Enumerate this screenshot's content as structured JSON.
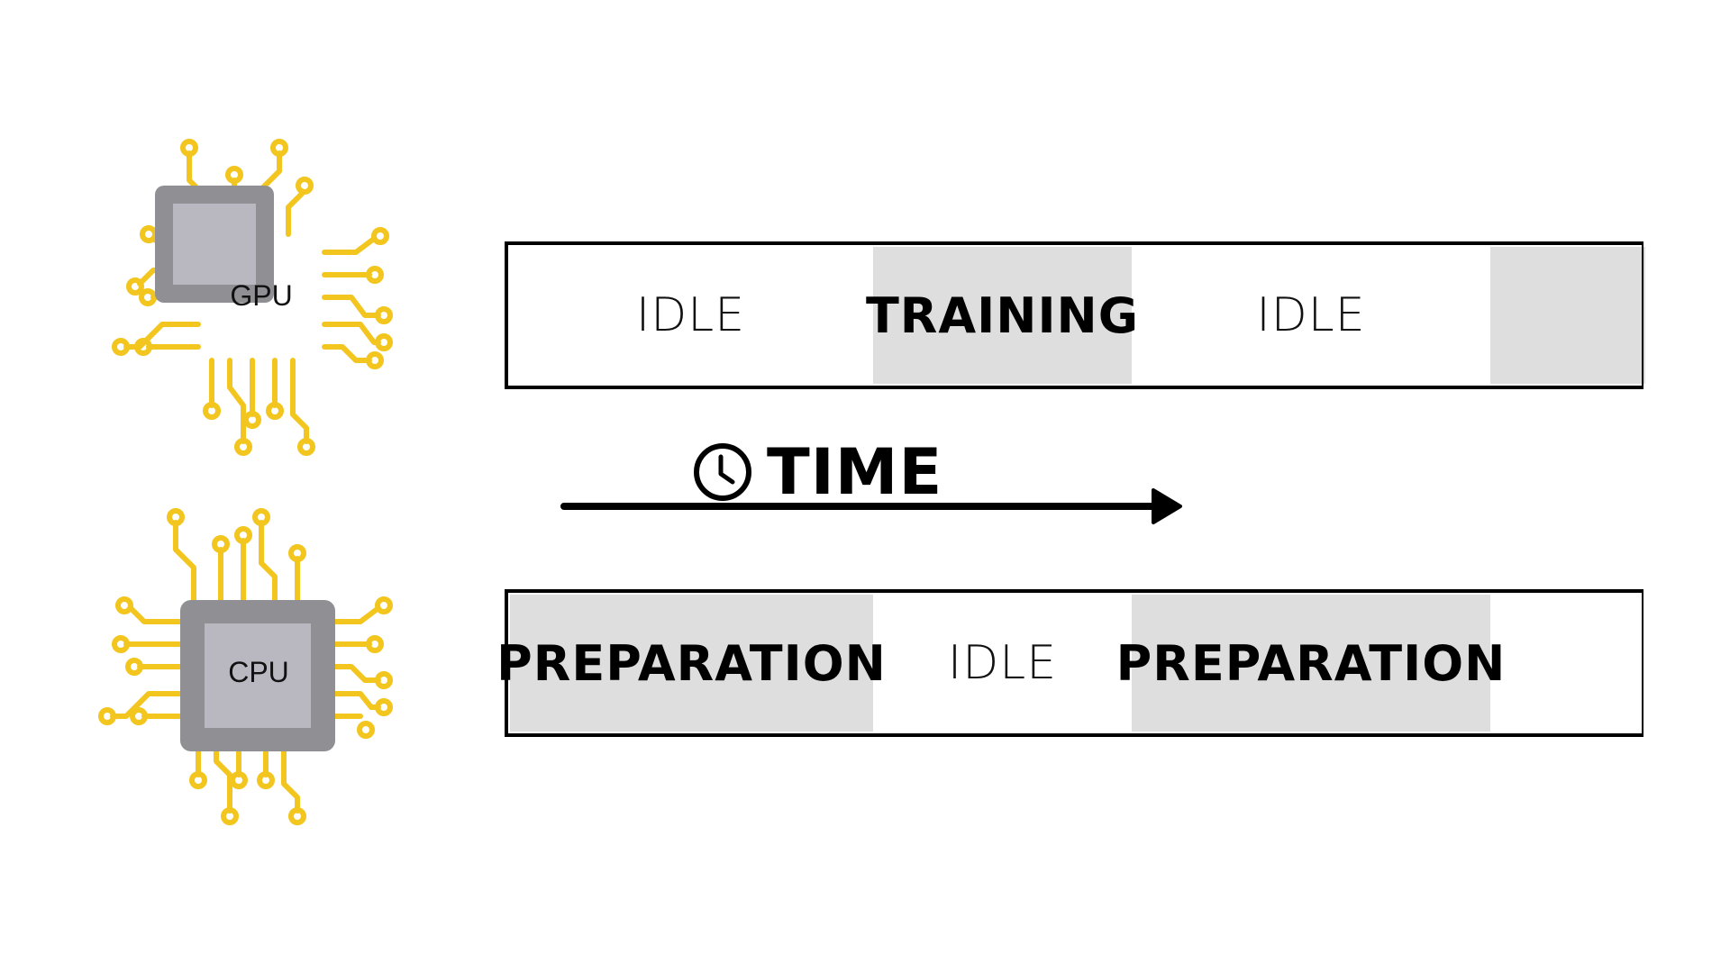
{
  "chips": {
    "gpu": {
      "label": "GPU"
    },
    "cpu": {
      "label": "CPU"
    },
    "colors": {
      "trace": "#f2c61f",
      "body": "#8f8f94",
      "die": "#b9b7c0"
    }
  },
  "gpu_timeline": {
    "segments": [
      {
        "label": "IDLE",
        "state": "idle"
      },
      {
        "label": "TRAINING",
        "state": "active"
      },
      {
        "label": "IDLE",
        "state": "idle"
      },
      {
        "label": "",
        "state": "active"
      }
    ]
  },
  "cpu_timeline": {
    "segments": [
      {
        "label": "PREPARATION",
        "state": "active"
      },
      {
        "label": "IDLE",
        "state": "idle"
      },
      {
        "label": "PREPARATION",
        "state": "active"
      },
      {
        "label": "",
        "state": "idle"
      }
    ]
  },
  "time_axis": {
    "label": "TIME",
    "icon": "clock-icon",
    "direction": "right"
  },
  "colors": {
    "active_fill": "#dedede",
    "border": "#000000"
  }
}
